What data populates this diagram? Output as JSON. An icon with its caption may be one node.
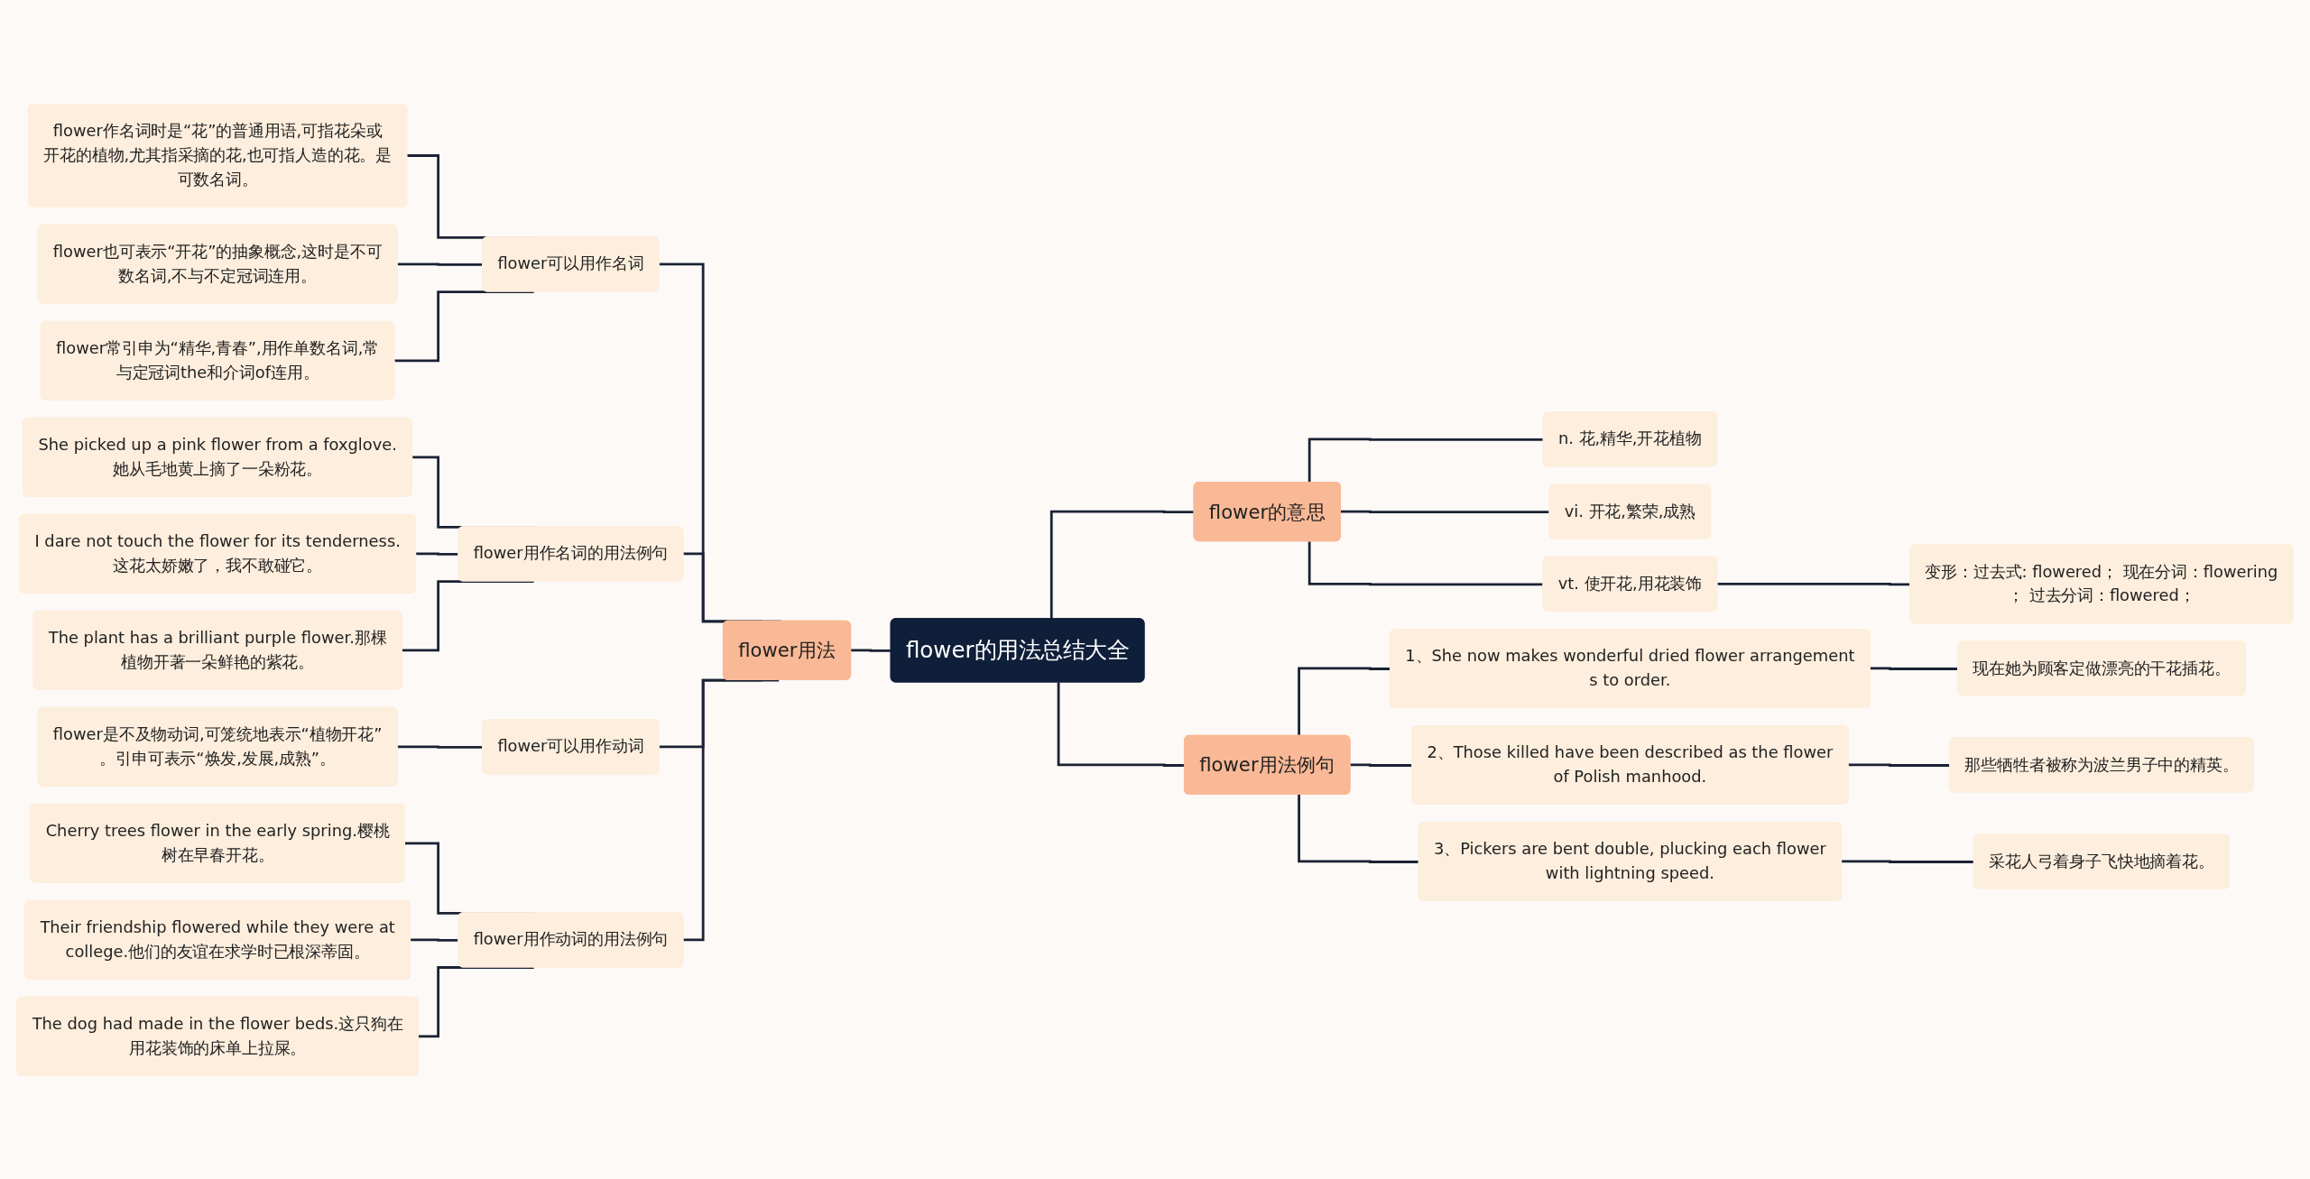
{
  "diagram": {
    "nodes": [
      {
        "text": [
          "flower的用法总结大全"
        ]
      },
      {
        "text": [
          "flower用法"
        ]
      },
      {
        "text": [
          "flower可以用作名词"
        ]
      },
      {
        "text": [
          "flower作名词时是“花”的普通用语,可指花朵或开花的植物,尤其指采摘的花,也可指人造的花。是可数名词。"
        ]
      },
      {
        "text": [
          "flower也可表示“开花”的抽象概念,这时是不可数名词,不与不定冠词连用。"
        ]
      },
      {
        "text": [
          "flower常引申为“精华,青春”,用作单数名词,常与定冠词the和介词of连用。"
        ]
      },
      {
        "text": [
          "flower用作名词的用法例句"
        ]
      },
      {
        "text": [
          "She picked up a pink flower from a foxglove.她从毛地黄上摘了一朵粉花。"
        ]
      },
      {
        "text": [
          "I dare not touch the flower for its tenderness.这花太娇嫩了，我不敢碰它。"
        ]
      },
      {
        "text": [
          "The plant has a brilliant purple flower.那棵植物开著一朵鲜艳的紫花。"
        ]
      },
      {
        "text": [
          "flower可以用作动词"
        ]
      },
      {
        "text": [
          "flower是不及物动词,可笼统地表示“植物开花”。引申可表示“焕发,发展,成熟”。"
        ]
      },
      {
        "text": [
          "flower用作动词的用法例句"
        ]
      },
      {
        "text": [
          "Cherry trees flower in the early spring.樱桃树在早春开花。"
        ]
      },
      {
        "text": [
          "Their friendship flowered while they were at college.他们的友谊在求学时已根深蒂固。"
        ]
      },
      {
        "text": [
          "The dog had made in the flower beds.这只狗在用花装饰的床单上拉屎。"
        ]
      },
      {
        "text": [
          "flower的意思"
        ]
      },
      {
        "text": [
          "n. 花,精华,开花植物"
        ]
      },
      {
        "text": [
          "vi. 开花,繁荣,成熟"
        ]
      },
      {
        "text": [
          "vt. 使开花,用花装饰"
        ]
      },
      {
        "text": [
          "变形：过去式: flowered；  现在分词：flowering；  过去分词：flowered；"
        ]
      },
      {
        "text": [
          "flower用法例句"
        ]
      },
      {
        "text": [
          "1、She now makes wonderful dried flower arrangements to order."
        ]
      },
      {
        "text": [
          "现在她为顾客定做漂亮的干花插花。"
        ]
      },
      {
        "text": [
          "2、Those killed have been described as the flower of Polish manhood."
        ]
      },
      {
        "text": [
          "那些牺牲者被称为波兰男子中的精英。"
        ]
      },
      {
        "text": [
          "3、Pickers are bent double, plucking each flower with lightning speed."
        ]
      },
      {
        "text": [
          "采花人弓着身子飞快地摘着花。"
        ]
      }
    ],
    "edges": [
      {
        "from": 0,
        "to": 1,
        "arrow": "none"
      },
      {
        "from": 1,
        "to": 2,
        "arrow": "none"
      },
      {
        "from": 2,
        "to": 3,
        "arrow": "none"
      },
      {
        "from": 2,
        "to": 4,
        "arrow": "none"
      },
      {
        "from": 2,
        "to": 5,
        "arrow": "none"
      },
      {
        "from": 1,
        "to": 6,
        "arrow": "none"
      },
      {
        "from": 6,
        "to": 7,
        "arrow": "none"
      },
      {
        "from": 6,
        "to": 8,
        "arrow": "none"
      },
      {
        "from": 6,
        "to": 9,
        "arrow": "none"
      },
      {
        "from": 1,
        "to": 10,
        "arrow": "none"
      },
      {
        "from": 10,
        "to": 11,
        "arrow": "none"
      },
      {
        "from": 1,
        "to": 12,
        "arrow": "none"
      },
      {
        "from": 12,
        "to": 13,
        "arrow": "none"
      },
      {
        "from": 12,
        "to": 14,
        "arrow": "none"
      },
      {
        "from": 12,
        "to": 15,
        "arrow": "none"
      },
      {
        "from": 0,
        "to": 16,
        "arrow": "none"
      },
      {
        "from": 16,
        "to": 17,
        "arrow": "none"
      },
      {
        "from": 16,
        "to": 18,
        "arrow": "none"
      },
      {
        "from": 16,
        "to": 19,
        "arrow": "none"
      },
      {
        "from": 19,
        "to": 20,
        "arrow": "none"
      },
      {
        "from": 0,
        "to": 21,
        "arrow": "none"
      },
      {
        "from": 21,
        "to": 22,
        "arrow": "none"
      },
      {
        "from": 22,
        "to": 23,
        "arrow": "none"
      },
      {
        "from": 21,
        "to": 24,
        "arrow": "none"
      },
      {
        "from": 24,
        "to": 25,
        "arrow": "none"
      },
      {
        "from": 21,
        "to": 26,
        "arrow": "none"
      },
      {
        "from": 26,
        "to": 27,
        "arrow": "none"
      }
    ]
  }
}
